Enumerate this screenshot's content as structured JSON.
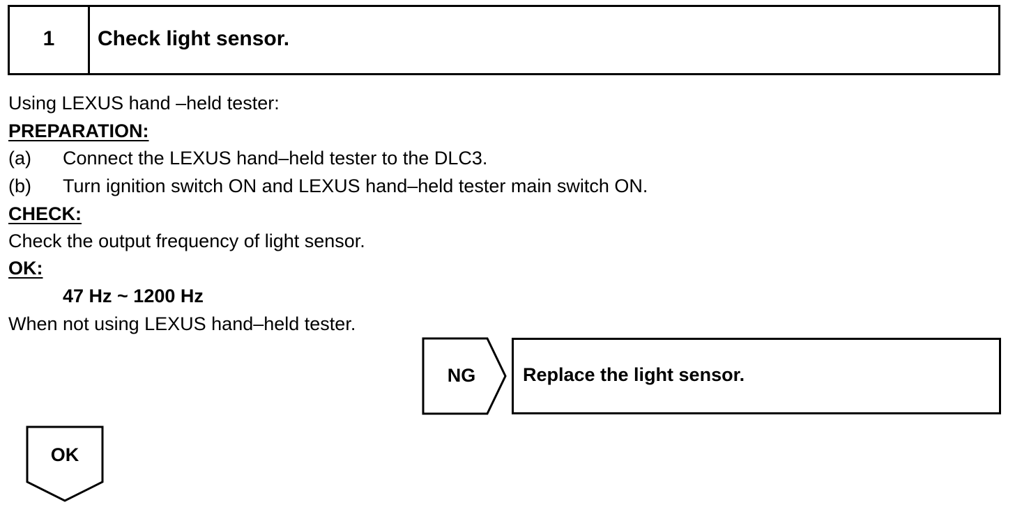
{
  "step": {
    "number": "1",
    "title": "Check light sensor."
  },
  "intro": "Using LEXUS hand –held tester:",
  "preparation": {
    "heading": "PREPARATION:",
    "items": [
      {
        "letter": "(a)",
        "text": "Connect the LEXUS hand–held tester to the DLC3."
      },
      {
        "letter": "(b)",
        "text": "Turn ignition switch ON and LEXUS hand–held tester main switch ON."
      }
    ]
  },
  "check": {
    "heading": "CHECK:",
    "text": "Check the output frequency of light sensor."
  },
  "ok_spec": {
    "heading": "OK:",
    "value": "47 Hz ~ 1200 Hz"
  },
  "note": "When not using LEXUS hand–held tester.",
  "ng_branch": {
    "label": "NG",
    "action": "Replace the light sensor."
  },
  "ok_branch": {
    "label": "OK"
  }
}
